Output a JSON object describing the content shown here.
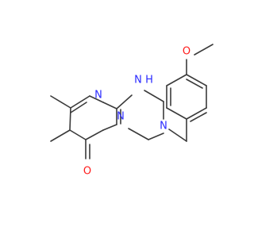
{
  "molecule": {
    "atom_labels": {
      "n_h": "N",
      "h_on_n": "H",
      "n_ring_top": "N",
      "n_ring_mid": "N",
      "n_ring_right": "N",
      "o_carbonyl": "O",
      "o_methoxy": "O"
    },
    "colors": {
      "bond": "#3a3a3a",
      "nitrogen": "#2a2aff",
      "oxygen": "#ff1a1a",
      "background": "#ffffff"
    }
  }
}
